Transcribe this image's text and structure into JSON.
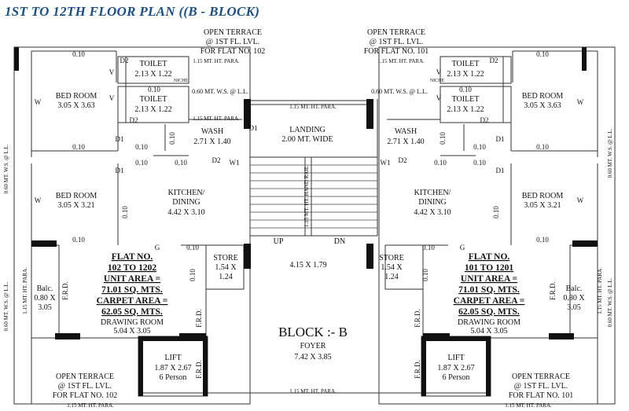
{
  "title": "1ST TO 12TH FLOOR PLAN ((B - BLOCK)",
  "left_flat": {
    "terrace_top": [
      "OPEN TERRACE",
      "@ 1ST FL. LVL.",
      "FOR FLAT NO. 102"
    ],
    "terrace_para": "1.15 MT. HT. PARA.",
    "toilet1_name": "TOILET",
    "toilet1_size": "2.13 X 1.22",
    "toilet2_name": "TOILET",
    "toilet2_size": "2.13 X 1.22",
    "ws": "0.60 MT. W.S. @ L.L.",
    "ht_para": "1.15 MT. HT. PARA.",
    "wash_name": "WASH",
    "wash_size": "2.71 X 1.40",
    "bed1_name": "BED ROOM",
    "bed1_size": "3.05 X 3.63",
    "bed2_name": "BED ROOM",
    "bed2_size": "3.05 X 3.21",
    "kitchen_name": "KITCHEN/",
    "kitchen_name2": "DINING",
    "kitchen_size": "4.42 X 3.10",
    "store_name": "STORE",
    "store_size1": "1.54 X",
    "store_size2": "1.24",
    "flat": [
      "FLAT NO.",
      "102 TO 1202",
      "UNIT AREA =",
      "71.01 SQ. MTS.",
      "CARPET AREA =",
      "62.05 SQ. MTS."
    ],
    "drawing_name": "DRAWING ROOM",
    "drawing_size": "5.04 X 3.05",
    "balc": [
      "Balc.",
      "0.80 X",
      "3.05"
    ],
    "lift": [
      "LIFT",
      "1.87 X 2.67",
      "6 Person"
    ],
    "terrace_bottom": [
      "OPEN TERRACE",
      "@ 1ST FL. LVL.",
      "FOR FLAT NO. 102"
    ],
    "bottom_para": "1.15 MT. HT. PARA.",
    "side_ws": "0.60 MT. W.S. @ L.L.",
    "side_ws2": "0.60 MT. W.S. @ L.L.",
    "side_para": "1.15 MT. HT. PARA."
  },
  "right_flat": {
    "terrace_top": [
      "OPEN TERRACE",
      "@ 1ST FL. LVL.",
      "FOR FLAT NO. 101"
    ],
    "terrace_para": "1.15 MT. HT. PARA.",
    "toilet1_name": "TOILET",
    "toilet1_size": "2.13 X 1.22",
    "toilet2_name": "TOILET",
    "toilet2_size": "2.13 X 1.22",
    "ws": "0.60 MT. W.S. @ L.L.",
    "wash_name": "WASH",
    "wash_size": "2.71 X 1.40",
    "bed1_name": "BED ROOM",
    "bed1_size": "3.05 X 3.63",
    "bed2_name": "BED ROOM",
    "bed2_size": "3.05 X 3.21",
    "kitchen_name": "KITCHEN/",
    "kitchen_name2": "DINING",
    "kitchen_size": "4.42 X 3.10",
    "store_name": "STORE",
    "store_size1": "1.54 X",
    "store_size2": "1.24",
    "flat": [
      "FLAT NO.",
      "101 TO 1201",
      "UNIT AREA =",
      "71.01 SQ. MTS.",
      "CARPET AREA =",
      "62.05 SQ. MTS."
    ],
    "drawing_name": "DRAWING ROOM",
    "drawing_size": "5.04 X 3.05",
    "balc": [
      "Balc.",
      "0.80 X",
      "3.05"
    ],
    "lift": [
      "LIFT",
      "1.87 X 2.67",
      "6 Person"
    ],
    "terrace_bottom": [
      "OPEN TERRACE",
      "@ 1ST FL. LVL.",
      "FOR FLAT NO. 101"
    ],
    "bottom_para": "1.15 MT. HT. PARA.",
    "side_ws": "0.60 MT. W.S. @ L.L.",
    "side_ws2": "0.60 MT. W.S. @ L.L.",
    "side_para": "1.15 MT. HT. PARA."
  },
  "core": {
    "ht_para": "1.15 MT. HT. PARA.",
    "landing_name": "LANDING",
    "landing_size": "2.00 MT. WIDE",
    "hand_rail": "1.15 MT. HT. HAND RAIL",
    "up": "UP",
    "dn": "DN",
    "stair_size": "4.15 X 1.79",
    "block": "BLOCK :- B",
    "foyer_name": "FOYER",
    "foyer_size": "7.42 X 3.85",
    "bottom_para": "1.15 MT. HT. PARA."
  },
  "labels": {
    "d1": "D1",
    "d2": "D2",
    "w": "W",
    "w1": "W1",
    "v": "V",
    "g": "G",
    "frd": "F.R.D.",
    "wall": "0.10",
    "niche": "NICHE"
  }
}
